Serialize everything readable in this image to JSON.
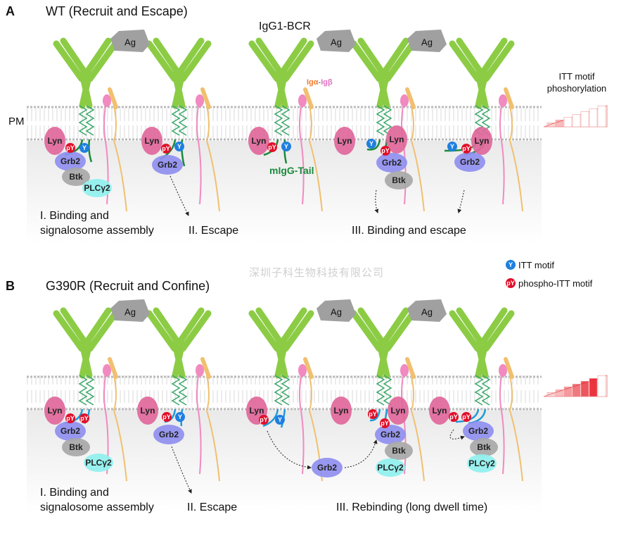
{
  "panel_a": {
    "letter": "A",
    "title": "WT (Recruit and Escape)",
    "pm_label": "PM",
    "bcr_label": "IgG1-BCR",
    "iga_label": "Igα",
    "dash": "-",
    "igb_label": "Igβ",
    "tail_label": "mIgG-Tail",
    "itt_label_line1": "ITT motif",
    "itt_label_line2": "phoshorylation",
    "step1_line1": "I. Binding and",
    "step1_line2": "signalosome assembly",
    "step2": "II. Escape",
    "step3": "III. Binding and escape",
    "phosphorylation_level": 0.35
  },
  "panel_b": {
    "letter": "B",
    "title": "G390R (Recruit and Confine)",
    "step1_line1": "I. Binding and",
    "step1_line2": "signalosome assembly",
    "step2": "II. Escape",
    "step3": "III. Rebinding (long dwell time)",
    "phosphorylation_level": 0.85
  },
  "legend": {
    "itt_motif": "ITT motif",
    "phospho_itt_motif": "phospho-ITT motif"
  },
  "proteins": {
    "lyn": "Lyn",
    "grb2": "Grb2",
    "btk": "Btk",
    "plcg2": "PLCγ2",
    "ag": "Ag",
    "y": "Y",
    "py": "pY"
  },
  "watermark": "深圳子科生物科技有限公司",
  "colors": {
    "antibody": "#8ccc45",
    "tail_wt": "#1a8a3c",
    "tail_g390r": "#1e9bd7",
    "lyn": "#e0679a",
    "grb2": "#8f8ff0",
    "btk": "#a8a8a8",
    "plcg2": "#8ff0ee",
    "itt": "#1f7fe0",
    "pitt": "#e0102a",
    "iga": "#f08ac0",
    "igb": "#f0c070",
    "antigen": "#a0a0a0"
  }
}
